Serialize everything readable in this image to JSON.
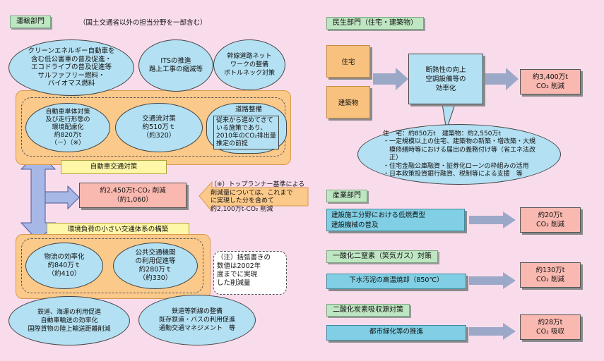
{
  "transport": {
    "header": "運輸部門",
    "scope_note": "（国土交通省以外の担当分野を一部含む）",
    "bubbles": {
      "vehicle": "クリーンエネルギー自動車を\n含む低公害車の普及促進・\nエコドライブの普及促進等\nサルファフリー燃料・\nバイオマス燃料",
      "its": "ITSの推進\n路上工事の縮減等",
      "bypass": "幹線道路ネット\nワークの整備\nボトルネック対策"
    },
    "top_items": {
      "vehicle": "自動車単体対策\n及び走行形態の\n環境配慮化\n約820万t\n（－）（※）",
      "flow": "交通流対策\n約510万ｔ\n（約320）",
      "road_title": "道路整備",
      "road_note": "従来から進めてきて\nいる施策であり、\n2010年のCO₂排出量\n推定の前提"
    },
    "band_top": "自動車交通対策",
    "total": "約2,450万t-CO₂ 削減\n（約1,060）",
    "toprunner_note": "（※）トップランナー基準による\n削減量については、これまで\nに実現した分を含めて\n約2,100万t-CO₂ 削減",
    "band_bottom": "環境負荷の小さい交通体系の構築",
    "bottom_items": {
      "logistics": "物流の効率化\n約840万ｔ\n（約410）",
      "public": "公共交通機関\nの利用促進等\n約280万ｔ\n（約330）"
    },
    "bottom_bubbles": {
      "rail": "鉄道、海運の利用促進\n自動車輸送の効率化\n国際貨物の陸上輸送距離削減",
      "transit": "鉄道等新線の整備\n既存鉄道・バスの利用促進\n通勤交通マネジメント　等"
    },
    "footnote": "（注）括弧書きの\n数値は2002年\n度までに実現\nした削減量"
  },
  "civil": {
    "header": "民生部門（住宅・建築物）",
    "inputs": [
      "住宅",
      "建築物"
    ],
    "center": "断熱性の向上\n空調設備等の\n効率化",
    "result": "約3,400万t\nCO₂ 削減",
    "bubble": "住　宅：約850万t　建築物：約2,550万t\n・一定規模以上の住宅、建築物の新築・増改築・大規\n　模修繕時等における届出の義務付け等（省エネ法改\n　正）\n・住宅金融公庫融資・証券化ローンの枠組みの活用\n・日本政策投資銀行融資、税制等による支援　等"
  },
  "industry": {
    "header": "産業部門",
    "measure": "建設施工分野における低燃費型\n建設機械の普及",
    "result": "約20万t\nCO₂ 削減"
  },
  "n2o": {
    "header": "一酸化二窒素（笑気ガス）対策",
    "measure": "下水汚泥の高温焼却（850℃）",
    "result": "約130万t\nCO₂ 削減"
  },
  "sink": {
    "header": "二酸化炭素吸収源対策",
    "measure": "都市緑化等の推進",
    "result": "約28万t\nCO₂ 吸収"
  }
}
